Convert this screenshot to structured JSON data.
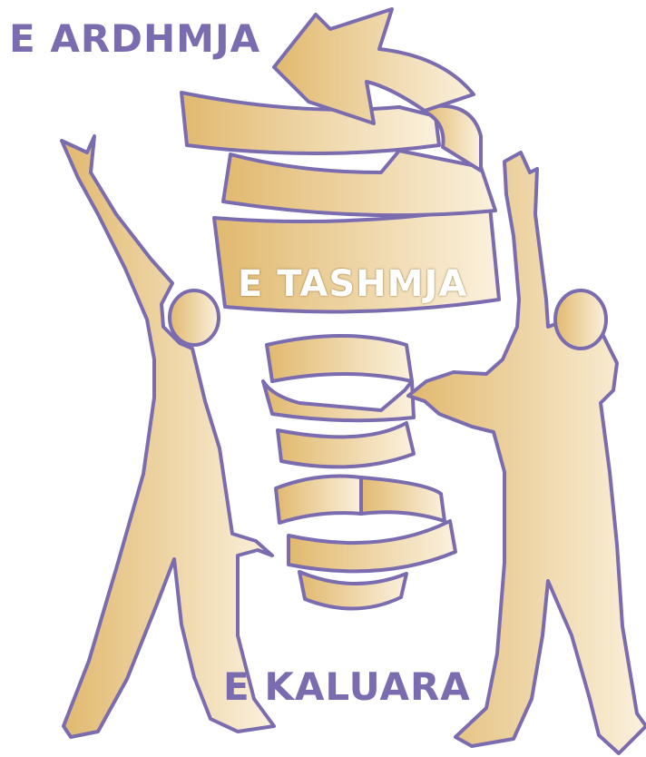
{
  "labels": {
    "future": "E ARDHMJA",
    "present": "E TASHMJA",
    "past": "E KALUARA"
  },
  "colors": {
    "outline": "#7b6cb0",
    "gold_dark": "#e1b96f",
    "gold_light": "#fbf1dd",
    "label_text": "#7b6cb0",
    "present_label_text": "#ffffff",
    "background": "#ffffff"
  }
}
